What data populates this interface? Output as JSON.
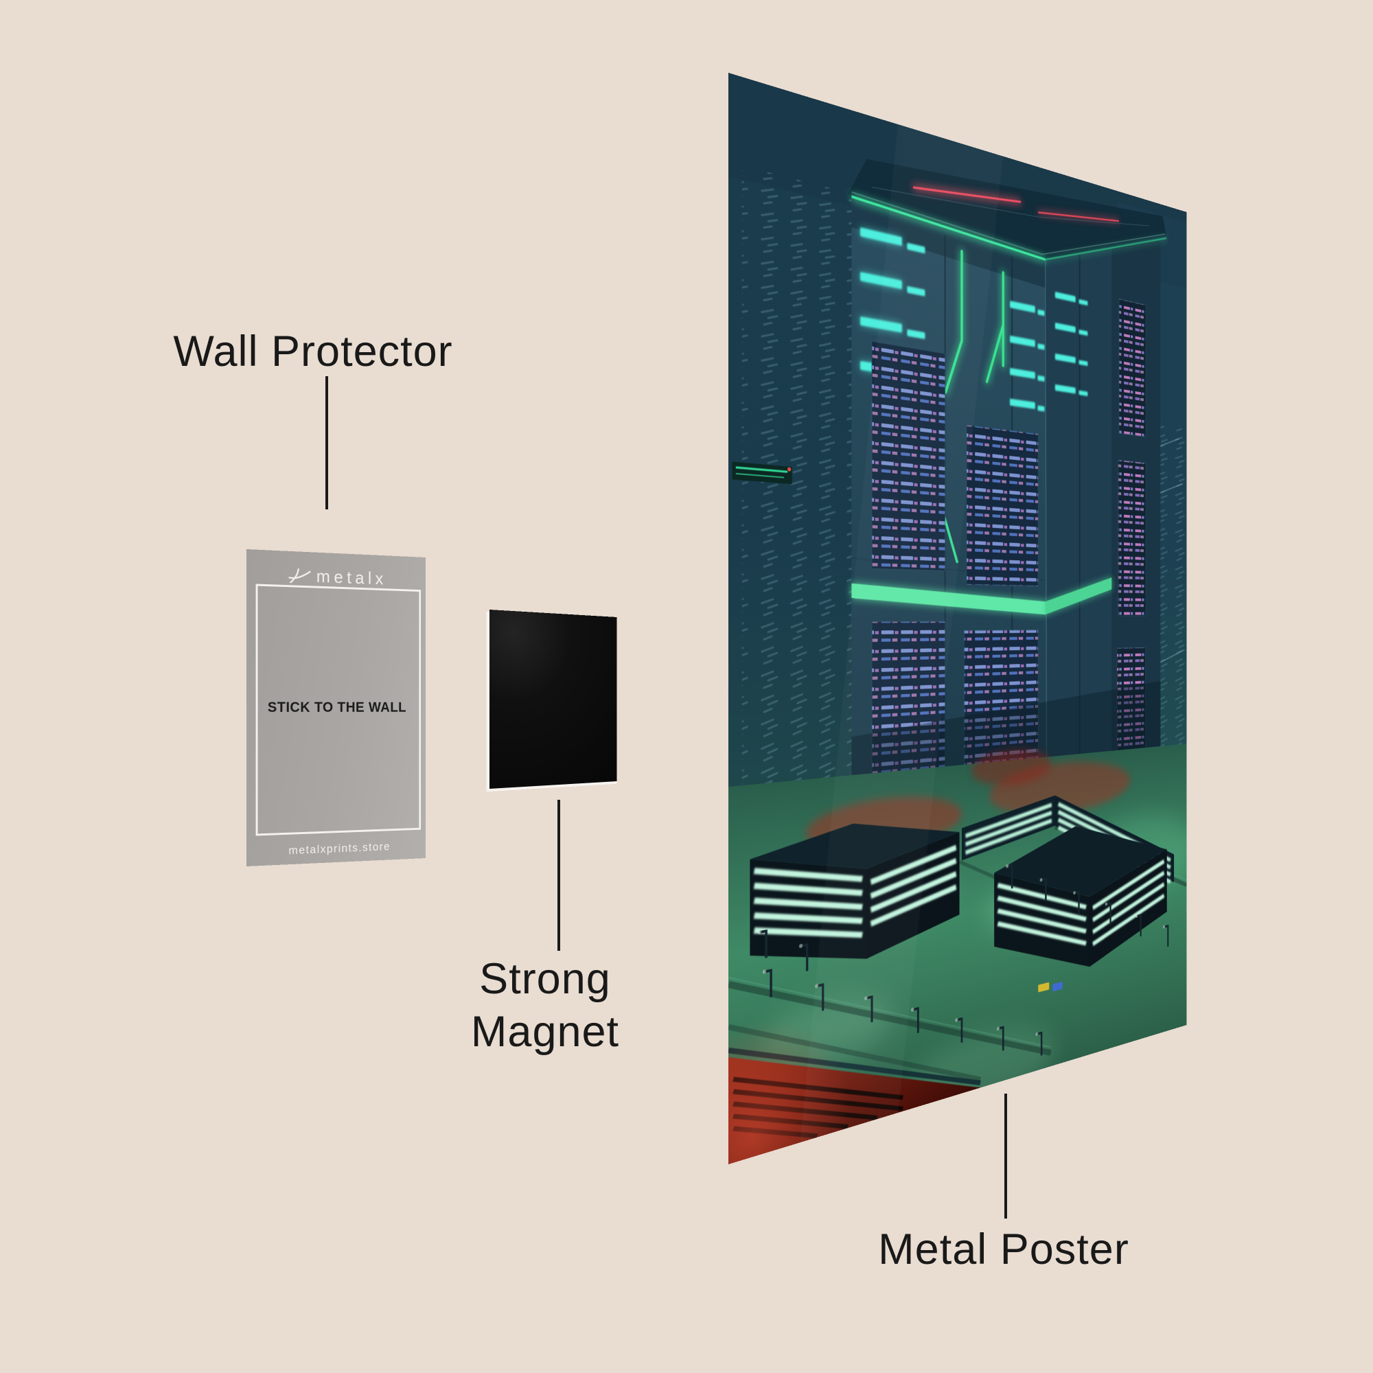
{
  "canvas": {
    "background": "#e9dcd1"
  },
  "labels": {
    "wall_protector": "Wall Protector",
    "strong_magnet_line1": "Strong",
    "strong_magnet_line2": "Magnet",
    "metal_poster": "Metal Poster",
    "text_color": "#191919"
  },
  "leader_line_color": "#191919",
  "wall_protector_card": {
    "brand": "metalx",
    "logo_icon": "metalx-bird-icon",
    "center_text": "STICK TO THE WALL",
    "footer_text": "metalxprints.store",
    "card_color": "#a8a5a2",
    "border_color": "#f4f1ee",
    "dark_text_color": "#1b1b1b",
    "light_text_color": "#f2f0ed"
  },
  "magnet": {
    "body_color": "#0a0a0a",
    "edge_highlight_color": "#f6f3ef"
  },
  "metal_poster_artwork": {
    "scene": "isometric cyberpunk skyscraper city at night",
    "colors": {
      "sky": "#1d4051",
      "tower_face": "#27495b",
      "neon_cyan": "#4deedd",
      "neon_green": "#3ae391",
      "neon_red": "#ef4f62",
      "window_violet": "#8fa4e8",
      "window_pink": "#e08ad2",
      "ground_green": "#3f8a66",
      "stripe_mint": "#c2f4de",
      "red_structure": "#99301c"
    }
  }
}
